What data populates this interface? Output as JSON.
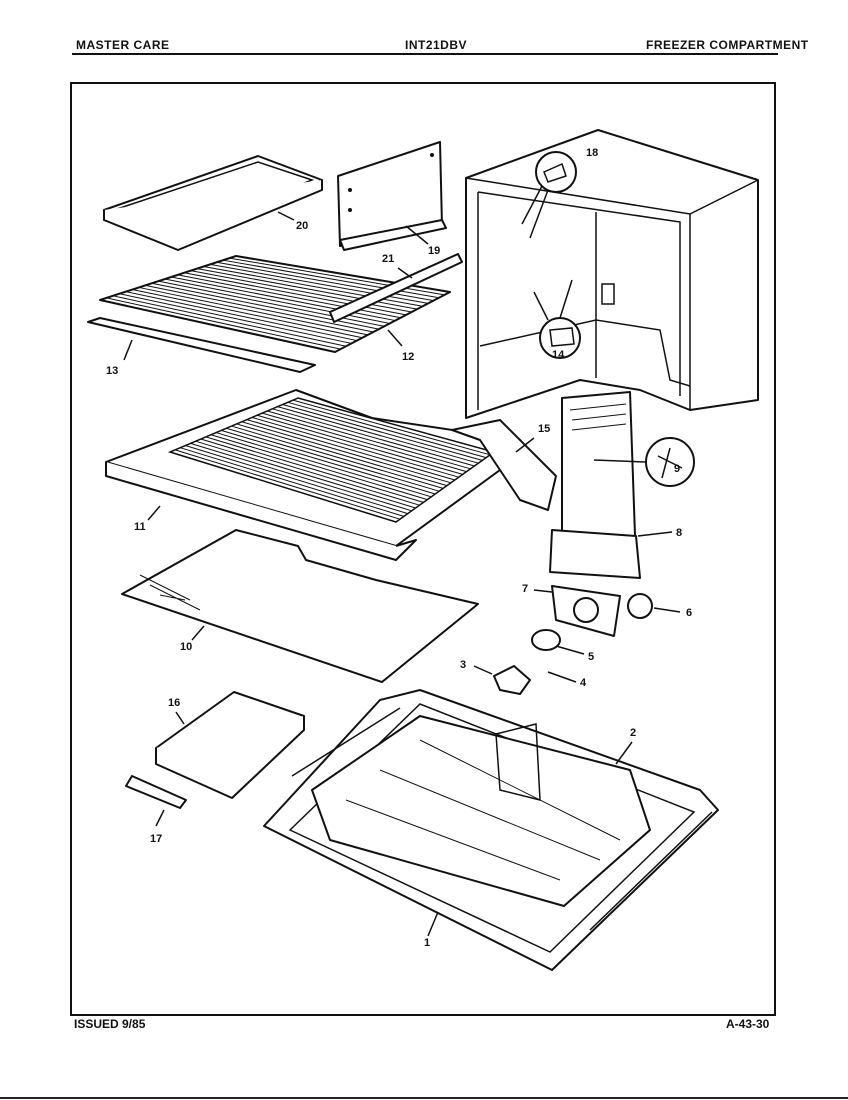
{
  "header": {
    "brand": "MASTER CARE",
    "model": "INT21DBV",
    "section": "FREEZER COMPARTMENT"
  },
  "footer": {
    "issued": "ISSUED 9/85",
    "plate": "A-43-30"
  },
  "callouts": [
    "1",
    "2",
    "3",
    "4",
    "5",
    "6",
    "7",
    "8",
    "9",
    "10",
    "11",
    "12",
    "13",
    "14",
    "15",
    "16",
    "17",
    "18",
    "19",
    "20",
    "21"
  ]
}
